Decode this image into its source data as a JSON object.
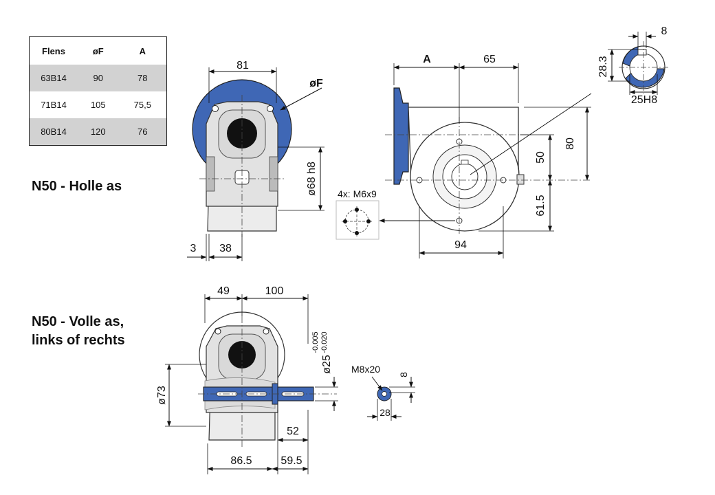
{
  "table": {
    "headers": [
      "Flens",
      "øF",
      "A"
    ],
    "rows": [
      [
        "63B14",
        "90",
        "78"
      ],
      [
        "71B14",
        "105",
        "75,5"
      ],
      [
        "80B14",
        "120",
        "76"
      ]
    ]
  },
  "titles": {
    "hollow_shaft": "N50 - Holle as",
    "solid_shaft_line1": "N50 - Volle as,",
    "solid_shaft_line2": "links of rechts"
  },
  "dims_top_front": {
    "width_81": "81",
    "flange_dia": "øF",
    "bore_68": "ø68 h8",
    "offset_3": "3",
    "depth_38": "38"
  },
  "dims_top_side": {
    "a": "A",
    "d65": "65",
    "d50": "50",
    "d80": "80",
    "d61_5": "61.5",
    "d94": "94",
    "holes_label": "4x: M6x9"
  },
  "dims_keyway": {
    "d8": "8",
    "d28_3": "28.3",
    "d25h8": "25H8"
  },
  "dims_bottom": {
    "d49": "49",
    "d100": "100",
    "tol_upper": "-0.005",
    "tol_lower": "-0.020",
    "shaft_dia": "ø25",
    "d73": "ø73",
    "d52": "52",
    "d86_5": "86.5",
    "d59_5": "59.5",
    "thread": "M8x20",
    "d8": "8",
    "d28": "28"
  },
  "colors": {
    "flange_blue": "#3f67b5",
    "body_gray": "#e7e7e7",
    "row_shade": "#d2d2d2"
  }
}
